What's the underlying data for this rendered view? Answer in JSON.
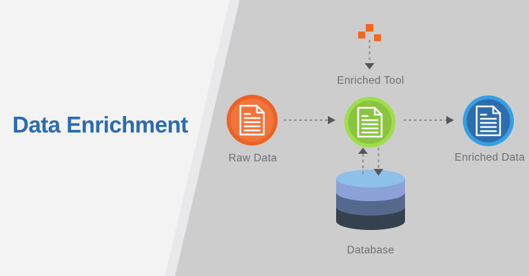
{
  "title": "Data Enrichment",
  "labels": {
    "tool": "Enriched Tool",
    "raw": "Raw Data",
    "enriched": "Enriched Data",
    "database": "Database"
  },
  "icons": {
    "node_icon": "document-icon",
    "tool_icon": "orange-squares-icon",
    "database_icon": "database-cylinder-icon"
  },
  "colors": {
    "title_text": "#2a6bb1",
    "label_text": "#6d6e71",
    "left_bg": "#f3f3f4",
    "right_bg": "#cdcdce",
    "divider_band": "#e9e9eb",
    "arrow_line": "#8a8c8e",
    "arrow_head": "#55565a",
    "tool_square": "#f26522",
    "icon_stroke": "#ffffff",
    "raw_ring": "#ea6226",
    "raw_fill": "#f3743b",
    "enrich_ring": "#a0dd4b",
    "enrich_fill": "#8ac440",
    "result_ring": "#349fe3",
    "result_fill": "#2d6dad",
    "db_top": "#8ec1e9",
    "db_band1": "#8ba1d7",
    "db_band2": "#57688f",
    "db_band3": "#35414e"
  }
}
